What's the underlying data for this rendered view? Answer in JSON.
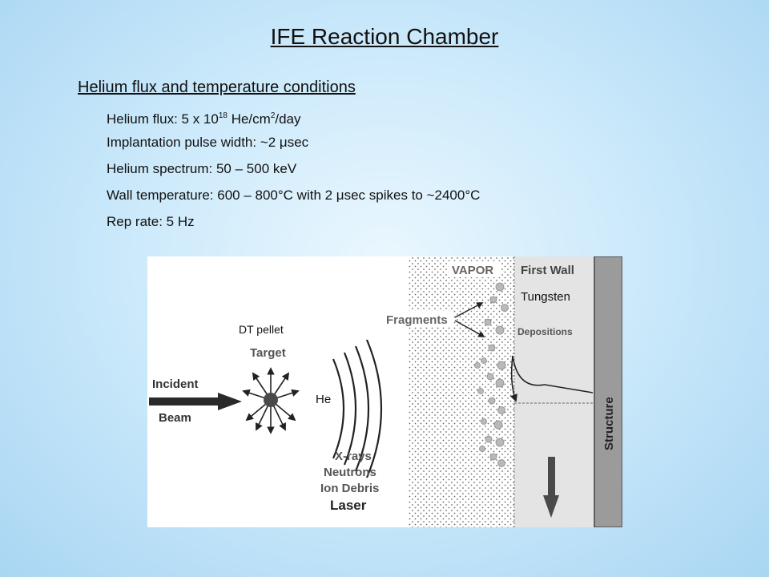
{
  "slide": {
    "title": "IFE Reaction Chamber",
    "subheading": "Helium flux and temperature conditions",
    "bullets": [
      {
        "parts": [
          "Helium flux: 5 x 10",
          "18",
          " He/cm",
          "2",
          "/day"
        ]
      },
      {
        "text": "Implantation pulse width: ~2 μsec"
      },
      {
        "text": "Helium spectrum: 50 – 500 keV"
      },
      {
        "text": "Wall temperature: 600 – 800°C with 2 μsec spikes to ~2400°C"
      },
      {
        "text": "Rep rate: 5 Hz"
      }
    ]
  },
  "figure": {
    "labels": {
      "incident": "Incident",
      "beam": "Beam",
      "dt_pellet": "DT pellet",
      "target": "Target",
      "he": "He",
      "xrays": "X-rays",
      "neutrons": "Neutrons",
      "ion_debris": "Ion Debris",
      "laser": "Laser",
      "vapor": "VAPOR",
      "fragments": "Fragments",
      "first_wall": "First Wall",
      "tungsten": "Tungsten",
      "depositions": "Depositions",
      "structure": "Structure"
    }
  }
}
